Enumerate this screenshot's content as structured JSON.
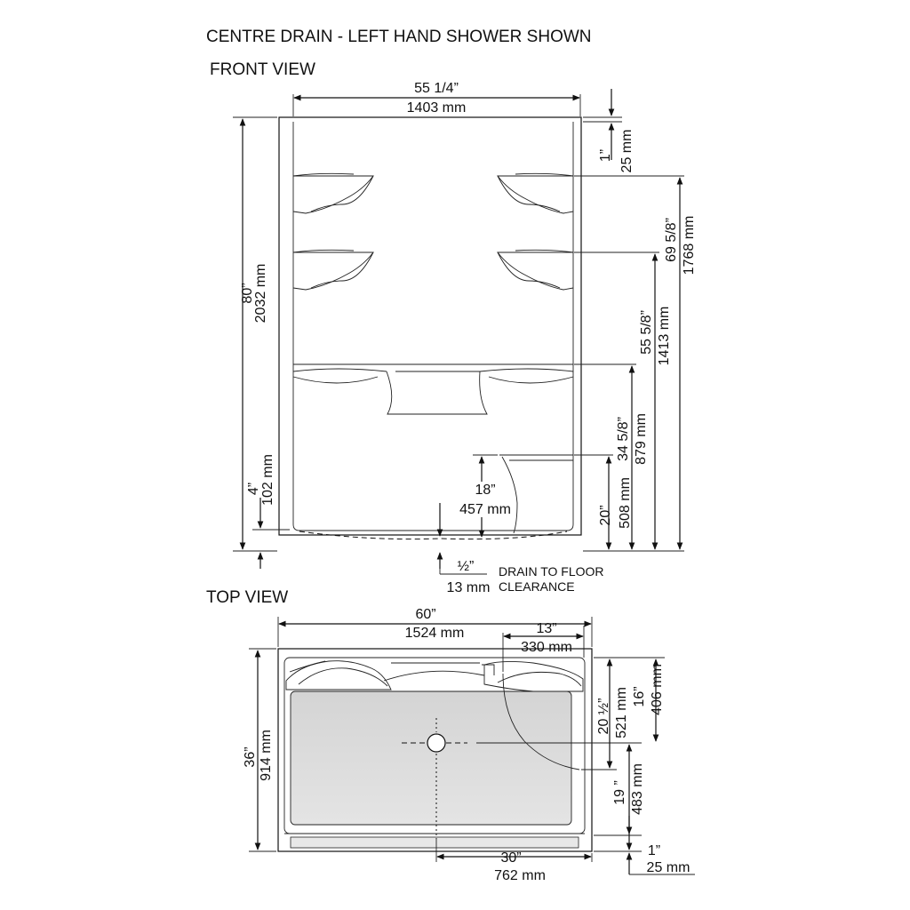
{
  "title": "CENTRE DRAIN - LEFT HAND SHOWER SHOWN",
  "front_view": {
    "label": "FRONT  VIEW",
    "width_in": "55 1/4”",
    "width_mm": "1403 mm",
    "height_in": "80”",
    "height_mm": "2032 mm",
    "top_offset_in": "1”",
    "top_offset_mm": "25 mm",
    "shelf1_in": "69 5/8”",
    "shelf1_mm": "1768 mm",
    "shelf2_in": "55 5/8”",
    "shelf2_mm": "1413 mm",
    "shelf3_in": "34 5/8”",
    "shelf3_mm": "879 mm",
    "seat_in": "20”",
    "seat_mm": "508 mm",
    "seat_depth_in": "18”",
    "seat_depth_mm": "457 mm",
    "base_in": "4”",
    "base_mm": "102 mm",
    "drain_in": "½”",
    "drain_mm": "13 mm",
    "drain_note_line1": "DRAIN TO FLOOR",
    "drain_note_line2": "CLEARANCE"
  },
  "top_view": {
    "label": "TOP VIEW",
    "width_in": "60”",
    "width_mm": "1524 mm",
    "seat_w_in": "13”",
    "seat_w_mm": "330 mm",
    "depth_in": "36”",
    "depth_mm": "914 mm",
    "seat_d1_in": "20 ½”",
    "seat_d1_mm": "521 mm",
    "seat_d2_in": "16”",
    "seat_d2_mm": "406 mm",
    "drain_y_in": "19 ”",
    "drain_y_mm": "483 mm",
    "drain_x_in": "30”",
    "drain_x_mm": "762 mm",
    "lip_in": "1”",
    "lip_mm": "25 mm"
  }
}
